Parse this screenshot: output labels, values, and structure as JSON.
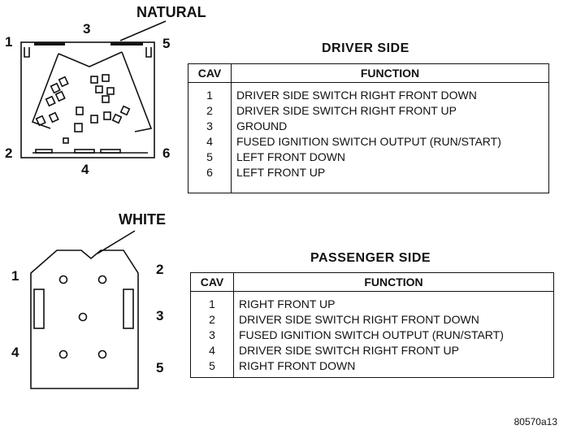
{
  "driver": {
    "connector_color": "NATURAL",
    "pins": [
      "1",
      "2",
      "3",
      "4",
      "5",
      "6"
    ],
    "title": "DRIVER SIDE",
    "headers": {
      "cav": "CAV",
      "function": "FUNCTION"
    },
    "rows": [
      {
        "cav": "1",
        "function": "DRIVER SIDE SWITCH RIGHT FRONT DOWN"
      },
      {
        "cav": "2",
        "function": "DRIVER SIDE SWITCH RIGHT FRONT UP"
      },
      {
        "cav": "3",
        "function": "GROUND"
      },
      {
        "cav": "4",
        "function": "FUSED IGNITION SWITCH OUTPUT (RUN/START)"
      },
      {
        "cav": "5",
        "function": "LEFT FRONT DOWN"
      },
      {
        "cav": "6",
        "function": "LEFT FRONT UP"
      }
    ]
  },
  "passenger": {
    "connector_color": "WHITE",
    "pins": [
      "1",
      "2",
      "3",
      "4",
      "5"
    ],
    "title": "PASSENGER SIDE",
    "headers": {
      "cav": "CAV",
      "function": "FUNCTION"
    },
    "rows": [
      {
        "cav": "1",
        "function": "RIGHT FRONT UP"
      },
      {
        "cav": "2",
        "function": "DRIVER SIDE SWITCH RIGHT FRONT DOWN"
      },
      {
        "cav": "3",
        "function": "FUSED IGNITION SWITCH OUTPUT (RUN/START)"
      },
      {
        "cav": "4",
        "function": "DRIVER SIDE SWITCH RIGHT FRONT UP"
      },
      {
        "cav": "5",
        "function": "RIGHT FRONT DOWN"
      }
    ]
  },
  "figure_id": "80570a13"
}
